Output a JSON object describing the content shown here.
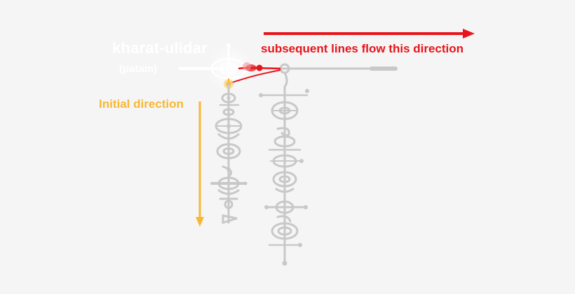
{
  "labels": {
    "title": "kharat-ulidar",
    "subtitle": "(patam)",
    "subsequent": "subsequent lines flow this direction",
    "initial": "Initial direction"
  },
  "colors": {
    "background": "#f5f5f5",
    "glyph": "#c8c8c8",
    "red_arrow": "#e8141b",
    "yellow_arrow": "#f7b733",
    "label_white": "#ffffff"
  }
}
